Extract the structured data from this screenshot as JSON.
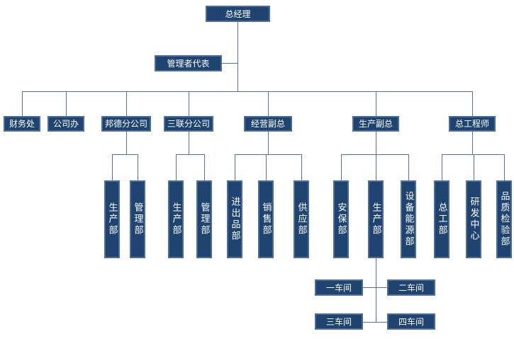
{
  "palette": {
    "box_fill": "#1f4470",
    "box_border": "#4c6c9e",
    "line_color": "#54719f",
    "text_color": "#ffffff",
    "background": "#ffffff"
  },
  "org": {
    "root": "总经理",
    "staff": "管理者代表",
    "departments": [
      "财务处",
      "公司办",
      "邦德分公司",
      "三联分公司",
      "经营副总",
      "生产副总",
      "总工程师"
    ],
    "sub_departments": {
      "bangde_branch": [
        "生产部",
        "管理部"
      ],
      "sanlian_branch": [
        "生产部",
        "管理部"
      ],
      "operations_vp": [
        "进出品部",
        "销售部",
        "供应部"
      ],
      "production_vp": [
        "安保部",
        "生产部",
        "设备能源部"
      ],
      "chief_engineer": [
        "总工部",
        "研发中心",
        "品质检验部"
      ]
    },
    "workshops": [
      "一车间",
      "二车间",
      "三车间",
      "四车间"
    ]
  }
}
